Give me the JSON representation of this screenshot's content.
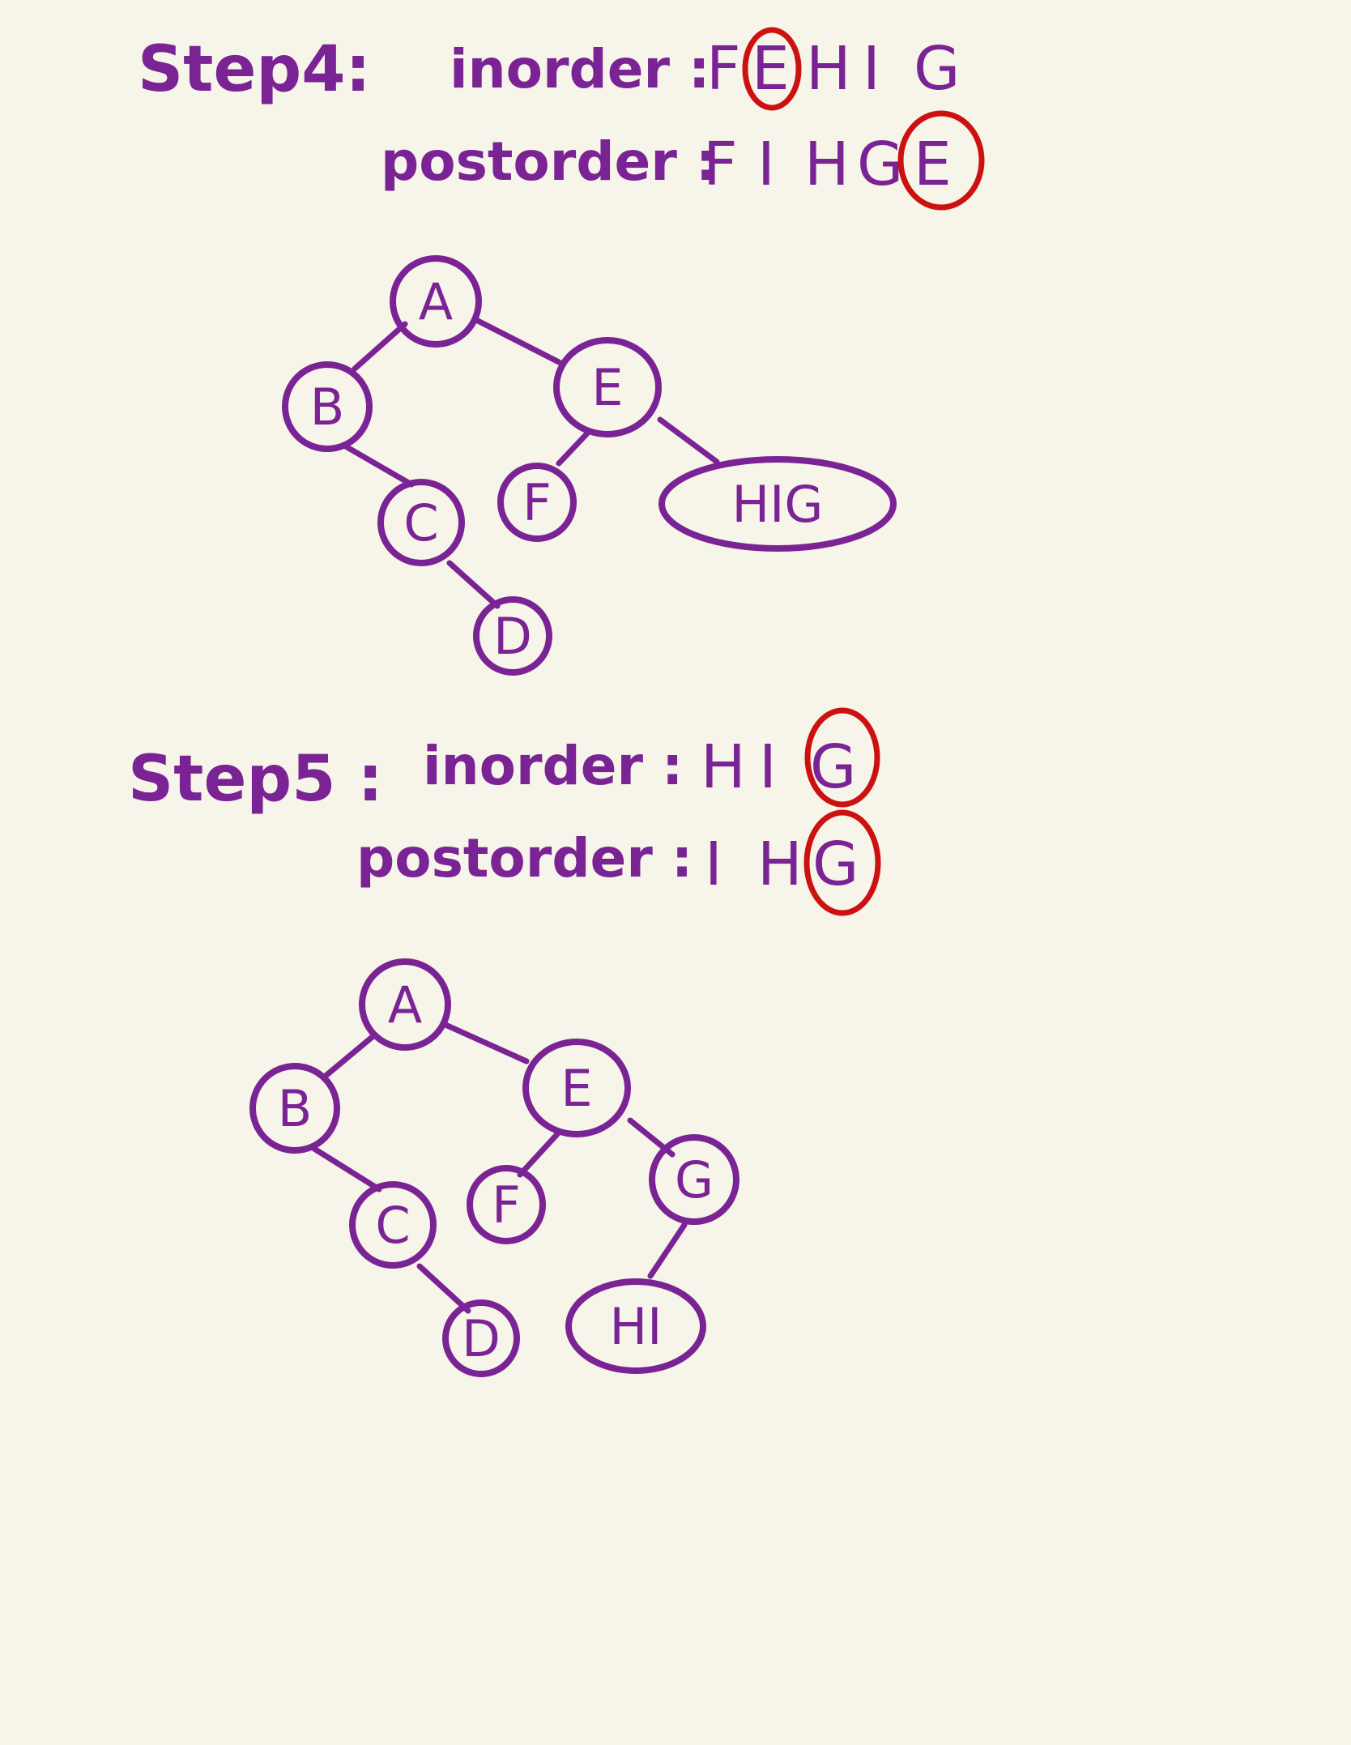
{
  "colors": {
    "background": "#f7f4e9",
    "ink": "#7a2394",
    "highlight": "#cc1111"
  },
  "steps": [
    {
      "label": "Step4:",
      "inorder_label": "inorder :",
      "inorder": [
        "F",
        "E",
        "H",
        "I",
        "G"
      ],
      "postorder_label": "postorder :",
      "postorder": [
        "F",
        "I",
        "H",
        "G",
        "E"
      ],
      "highlight_letter": "E",
      "tree": {
        "nodes": [
          "A",
          "B",
          "E",
          "C",
          "F",
          "HIG",
          "D"
        ],
        "edges": [
          [
            "A",
            "B"
          ],
          [
            "A",
            "E"
          ],
          [
            "B",
            "C"
          ],
          [
            "C",
            "D"
          ],
          [
            "E",
            "F"
          ],
          [
            "E",
            "HIG"
          ]
        ]
      }
    },
    {
      "label": "Step5 :",
      "inorder_label": "inorder :",
      "inorder": [
        "H",
        "I",
        "G"
      ],
      "postorder_label": "postorder :",
      "postorder": [
        "I",
        "H",
        "G"
      ],
      "highlight_letter": "G",
      "tree": {
        "nodes": [
          "A",
          "B",
          "E",
          "C",
          "F",
          "G",
          "D",
          "HI"
        ],
        "edges": [
          [
            "A",
            "B"
          ],
          [
            "A",
            "E"
          ],
          [
            "B",
            "C"
          ],
          [
            "C",
            "D"
          ],
          [
            "E",
            "F"
          ],
          [
            "E",
            "G"
          ],
          [
            "G",
            "HI"
          ]
        ]
      }
    }
  ]
}
